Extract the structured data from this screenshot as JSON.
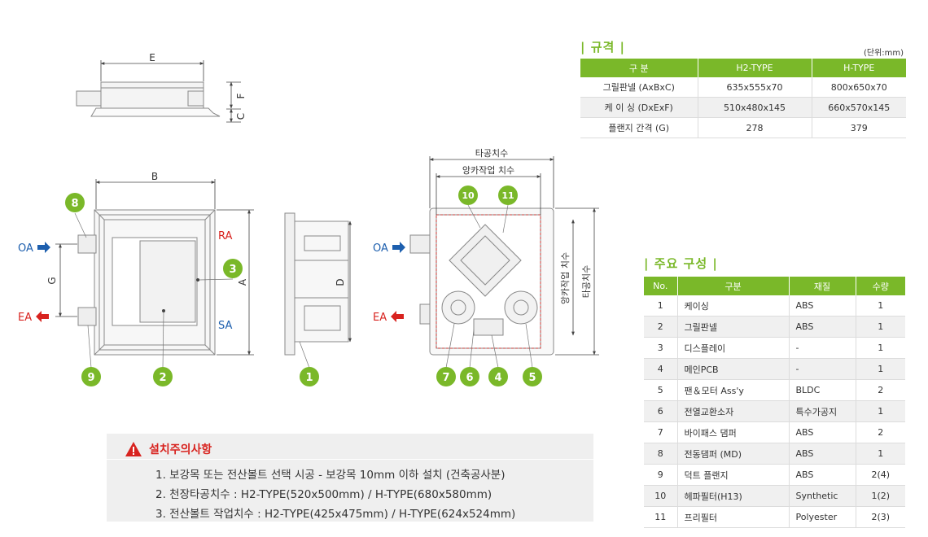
{
  "spec": {
    "title": "| 규격 |",
    "unit": "(단위:mm)",
    "headers": [
      "구 분",
      "H2-TYPE",
      "H-TYPE"
    ],
    "rows": [
      [
        "그릴판넬 (AxBxC)",
        "635x555x70",
        "800x650x70"
      ],
      [
        "케 이 싱 (DxExF)",
        "510x480x145",
        "660x570x145"
      ],
      [
        "플랜지 간격 (G)",
        "278",
        "379"
      ]
    ]
  },
  "parts": {
    "title": "| 주요 구성 |",
    "headers": [
      "No.",
      "구분",
      "재질",
      "수량"
    ],
    "rows": [
      [
        "1",
        "케이싱",
        "ABS",
        "1"
      ],
      [
        "2",
        "그릴판넬",
        "ABS",
        "1"
      ],
      [
        "3",
        "디스플레이",
        "-",
        "1"
      ],
      [
        "4",
        "메인PCB",
        "-",
        "1"
      ],
      [
        "5",
        "팬＆모터 Ass'y",
        "BLDC",
        "2"
      ],
      [
        "6",
        "전열교환소자",
        "특수가공지",
        "1"
      ],
      [
        "7",
        "바이패스 댐퍼",
        "ABS",
        "2"
      ],
      [
        "8",
        "전동댐퍼 (MD)",
        "ABS",
        "1"
      ],
      [
        "9",
        "덕트 플랜지",
        "ABS",
        "2(4)"
      ],
      [
        "10",
        "헤파필터(H13)",
        "Synthetic",
        "1(2)"
      ],
      [
        "11",
        "프리필터",
        "Polyester",
        "2(3)"
      ]
    ]
  },
  "caution": {
    "title": "설치주의사항",
    "items": [
      "1. 보강목 또는 전산볼트 선택 시공 - 보강목 10mm 이하 설치 (건축공사분)",
      "2. 천장타공치수 : H2-TYPE(520x500mm) / H-TYPE(680x580mm)",
      "3. 전산볼트 작업치수 : H2-TYPE(425x475mm) / H-TYPE(624x524mm)"
    ]
  },
  "diagram": {
    "dims": {
      "E": "E",
      "F": "F",
      "C": "C",
      "B": "B",
      "A": "A",
      "G": "G",
      "D": "D"
    },
    "ports": {
      "OA": "OA",
      "EA": "EA",
      "RA": "RA",
      "SA": "SA"
    },
    "hole_label": "타공치수",
    "anchor_label": "앙카작업 치수",
    "hole_label_v": "타공치수",
    "anchor_label_v": "앙카작업 치수",
    "markers": [
      "1",
      "2",
      "3",
      "4",
      "5",
      "6",
      "7",
      "8",
      "9",
      "10",
      "11"
    ]
  },
  "colors": {
    "green": "#7ab829",
    "red": "#d8231f",
    "blue": "#1d5fae"
  }
}
